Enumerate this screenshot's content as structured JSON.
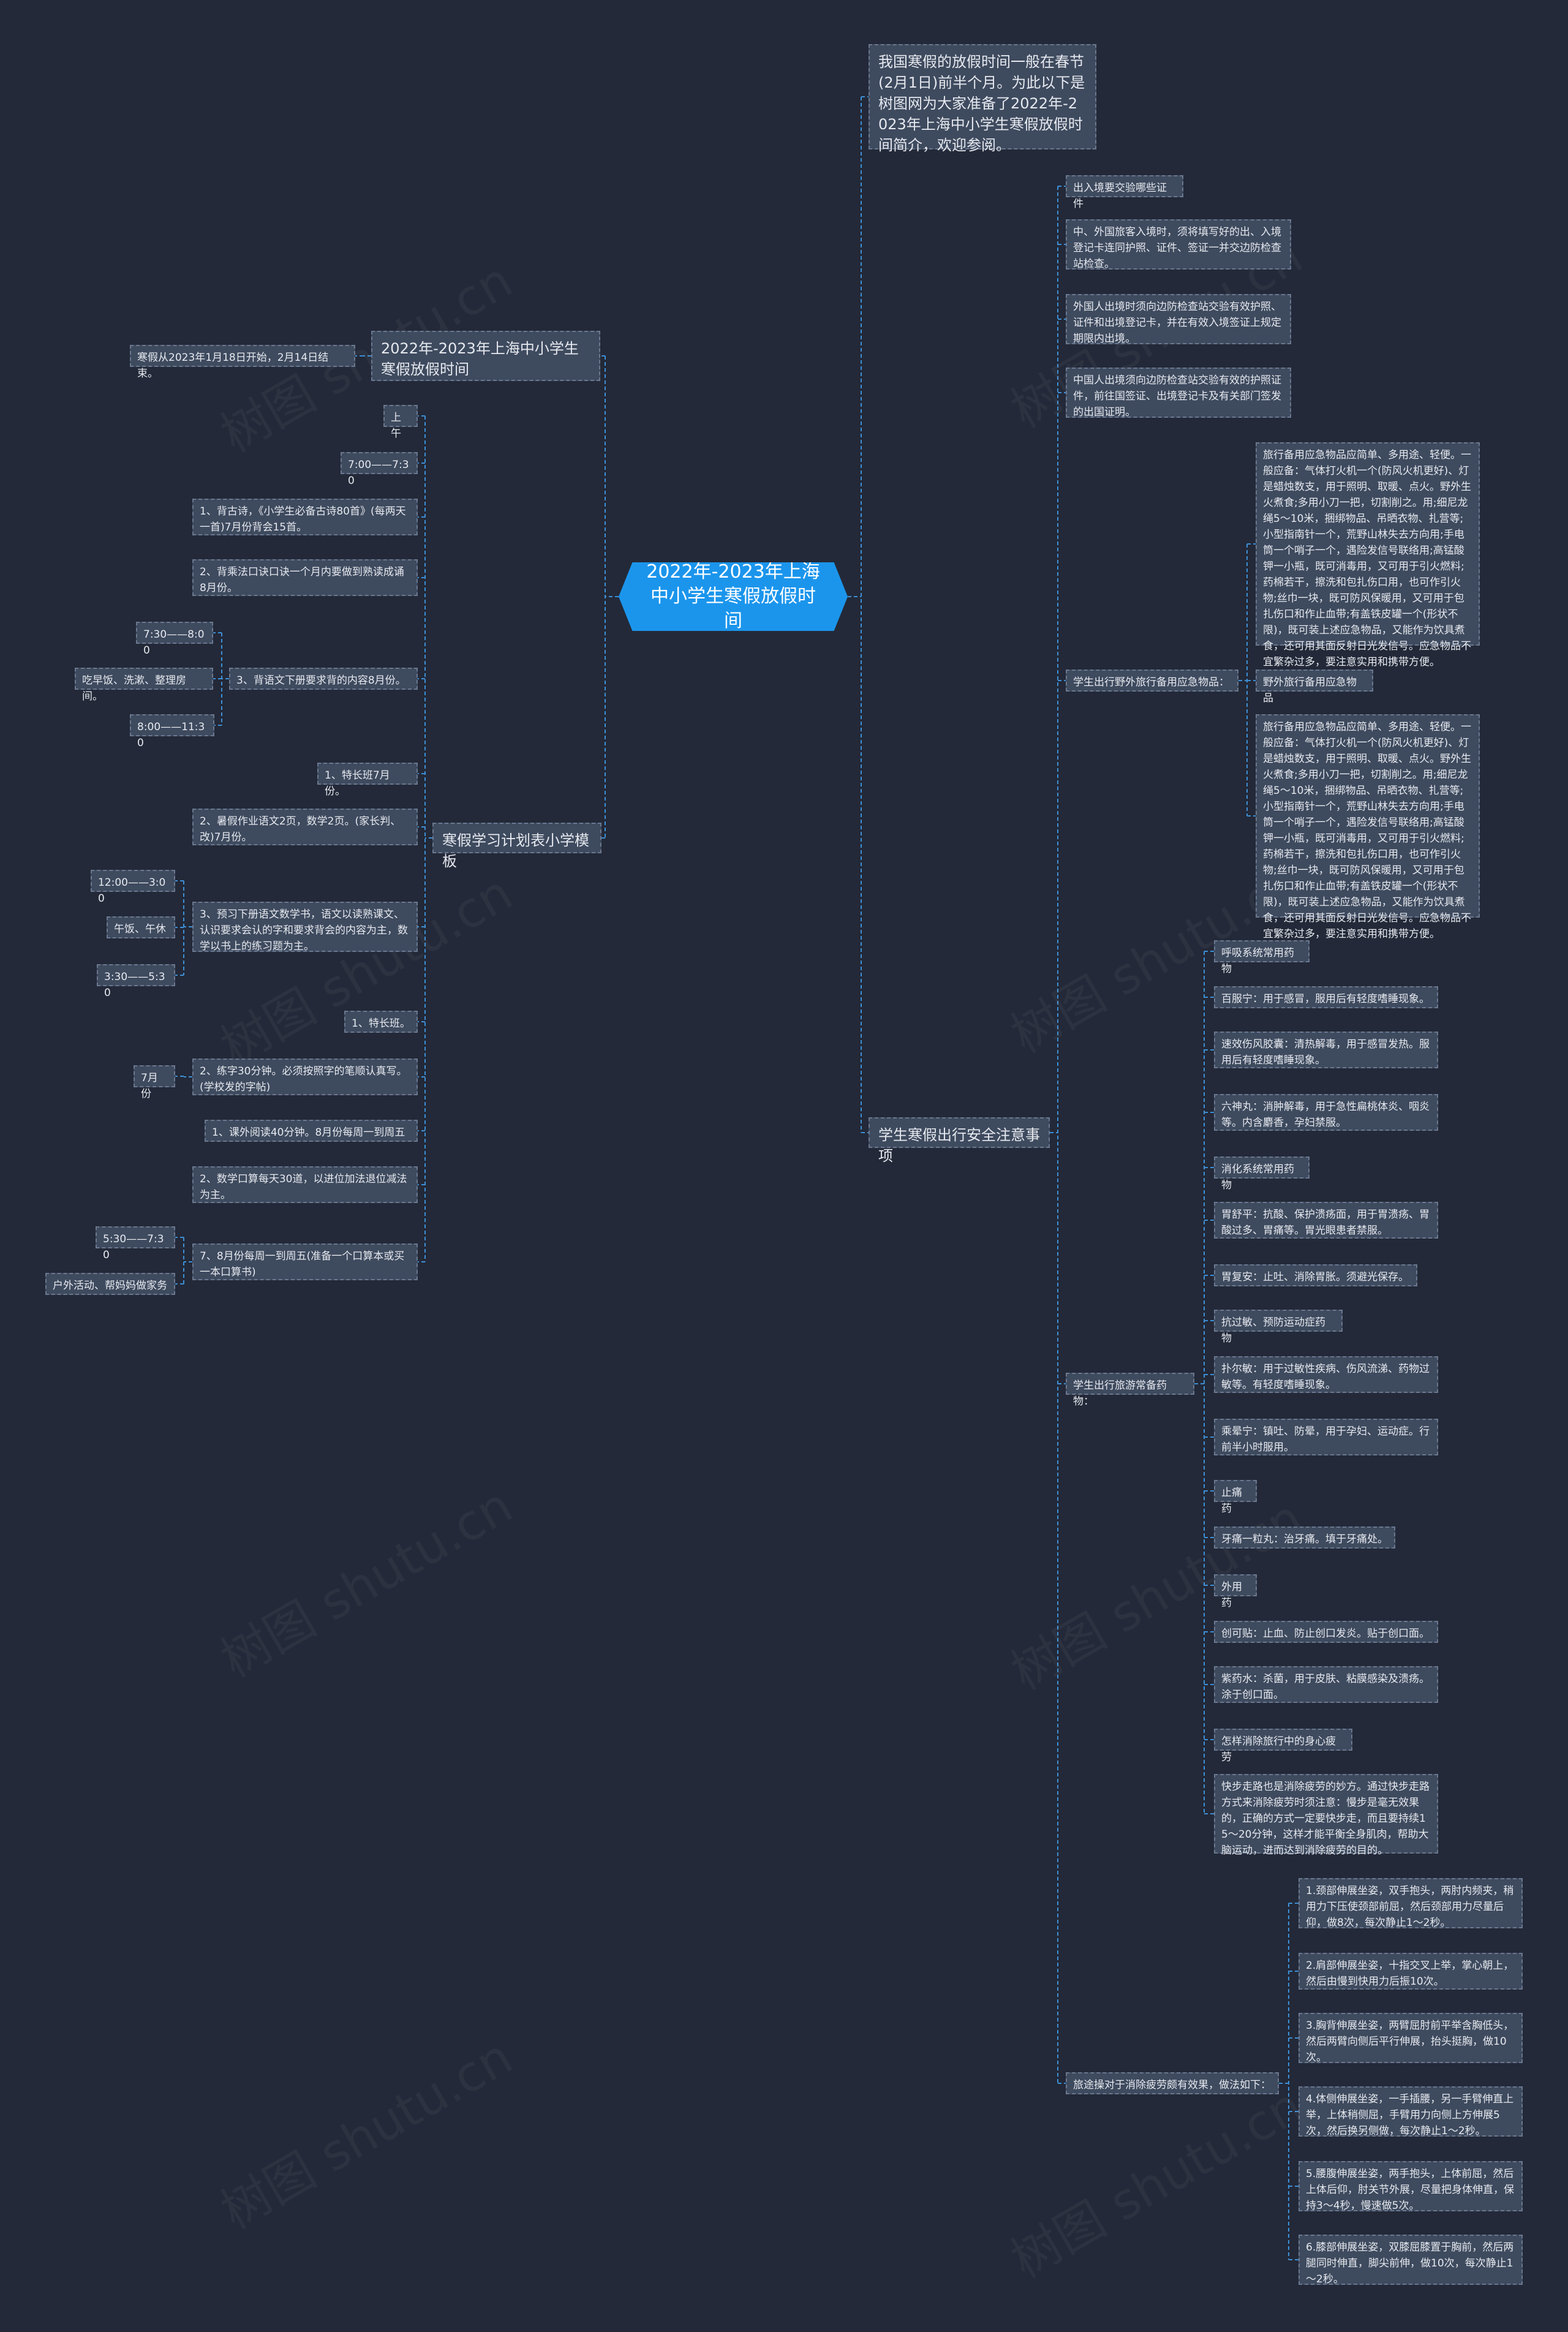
{
  "mindmap": {
    "center": "2022年-2023年上海中小学生寒假放假时间",
    "nodes": [
      {
        "id": "r1",
        "parent": "center",
        "text": "我国寒假的放假时间一般在春节(2月1日)前半个月。为此以下是树图网为大家准备了2022年-2023年上海中小学生寒假放假时间简介，欢迎参阅。",
        "level": 1
      },
      {
        "id": "r2",
        "parent": "center",
        "text": "学生寒假出行安全注意事项",
        "level": 1
      },
      {
        "id": "r2a",
        "parent": "r2",
        "text": "出入境要交验哪些证件"
      },
      {
        "id": "r2b",
        "parent": "r2",
        "text": "中、外国旅客入境时，须将填写好的出、入境登记卡连同护照、证件、签证一并交边防检查站检查。"
      },
      {
        "id": "r2c",
        "parent": "r2",
        "text": "外国人出境时须向边防检查站交验有效护照、证件和出境登记卡，并在有效入境签证上规定期限内出境。"
      },
      {
        "id": "r2d",
        "parent": "r2",
        "text": "中国人出境须向边防检查站交验有效的护照证件，前往国签证、出境登记卡及有关部门签发的出国证明。"
      },
      {
        "id": "r2e",
        "parent": "r2",
        "text": "学生出行野外旅行备用应急物品："
      },
      {
        "id": "r2e1",
        "parent": "r2e",
        "text": "旅行备用应急物品应简单、多用途、轻便。一般应备：气体打火机一个(防风火机更好)、灯是蜡烛数支，用于照明、取暖、点火。野外生火煮食;多用小刀一把，切割削之。用;细尼龙绳5～10米，捆绑物品、吊晒衣物、扎营等;小型指南针一个，荒野山林失去方向用;手电筒一个哨子一个，遇险发信号联络用;高锰酸钾一小瓶，既可消毒用，又可用于引火燃料;药棉若干，擦洗和包扎伤口用，也可作引火物;丝巾一块，既可防风保暖用，又可用于包扎伤口和作止血带;有盖铁皮罐一个(形状不限)，既可装上述应急物品，又能作为饮具煮食，还可用其面反射日光发信号。应急物品不宜繁杂过多，要注意实用和携带方便。"
      },
      {
        "id": "r2e2",
        "parent": "r2e",
        "text": "野外旅行备用应急物品"
      },
      {
        "id": "r2e3",
        "parent": "r2e",
        "text": "旅行备用应急物品应简单、多用途、轻便。一般应备：气体打火机一个(防风火机更好)、灯是蜡烛数支，用于照明、取暖、点火。野外生火煮食;多用小刀一把，切割削之。用;细尼龙绳5～10米，捆绑物品、吊晒衣物、扎营等;小型指南针一个，荒野山林失去方向用;手电筒一个哨子一个，遇险发信号联络用;高锰酸钾一小瓶，既可消毒用，又可用于引火燃料;药棉若干，擦洗和包扎伤口用，也可作引火物;丝巾一块，既可防风保暖用，又可用于包扎伤口和作止血带;有盖铁皮罐一个(形状不限)，既可装上述应急物品，又能作为饮具煮食，还可用其面反射日光发信号。应急物品不宜繁杂过多，要注意实用和携带方便。"
      },
      {
        "id": "r2f",
        "parent": "r2",
        "text": "学生出行旅游常备药物："
      },
      {
        "id": "r2f1",
        "parent": "r2f",
        "text": "呼吸系统常用药物"
      },
      {
        "id": "r2f2",
        "parent": "r2f",
        "text": "百服宁：用于感冒，服用后有轻度嗜睡现象。"
      },
      {
        "id": "r2f3",
        "parent": "r2f",
        "text": "速效伤风胶囊：清热解毒，用于感冒发热。服用后有轻度嗜睡现象。"
      },
      {
        "id": "r2f4",
        "parent": "r2f",
        "text": "六神丸：消肿解毒，用于急性扁桃体炎、咽炎等。内含麝香，孕妇禁服。"
      },
      {
        "id": "r2f5",
        "parent": "r2f",
        "text": "消化系统常用药物"
      },
      {
        "id": "r2f6",
        "parent": "r2f",
        "text": "胃舒平：抗酸、保护溃疡面，用于胃溃疡、胃酸过多、胃痛等。胃光眼患者禁服。"
      },
      {
        "id": "r2f7",
        "parent": "r2f",
        "text": "胃复安：止吐、消除胃胀。须避光保存。"
      },
      {
        "id": "r2f8",
        "parent": "r2f",
        "text": "抗过敏、预防运动症药物"
      },
      {
        "id": "r2f9",
        "parent": "r2f",
        "text": "扑尔敏：用于过敏性疾病、伤风流涕、药物过敏等。有轻度嗜睡现象。"
      },
      {
        "id": "r2f10",
        "parent": "r2f",
        "text": "乘晕宁：镇吐、防晕，用于孕妇、运动症。行前半小时服用。"
      },
      {
        "id": "r2f11",
        "parent": "r2f",
        "text": "止痛药"
      },
      {
        "id": "r2f12",
        "parent": "r2f",
        "text": "牙痛一粒丸：治牙痛。填于牙痛处。"
      },
      {
        "id": "r2f13",
        "parent": "r2f",
        "text": "外用药"
      },
      {
        "id": "r2f14",
        "parent": "r2f",
        "text": "创可贴：止血、防止创口发炎。贴于创口面。"
      },
      {
        "id": "r2f15",
        "parent": "r2f",
        "text": "紫药水：杀菌，用于皮肤、粘膜感染及溃疡。涂于创口面。"
      },
      {
        "id": "r2f16",
        "parent": "r2f",
        "text": "怎样消除旅行中的身心疲劳"
      },
      {
        "id": "r2f17",
        "parent": "r2f",
        "text": "快步走路也是消除疲劳的妙方。通过快步走路方式来消除疲劳时须注意：慢步是毫无效果的，正确的方式一定要快步走，而且要持续15～20分钟，这样才能平衡全身肌肉，帮助大脑运动，进而达到消除疲劳的目的。"
      },
      {
        "id": "r2g",
        "parent": "r2",
        "text": "旅途操对于消除疲劳颇有效果，做法如下："
      },
      {
        "id": "r2g1",
        "parent": "r2g",
        "text": "1.颈部伸展坐姿，双手抱头，两肘内频夹，稍用力下压使颈部前屈，然后颈部用力尽量后仰，做8次，每次静止1～2秒。"
      },
      {
        "id": "r2g2",
        "parent": "r2g",
        "text": "2.肩部伸展坐姿，十指交叉上举，掌心朝上，然后由慢到快用力后振10次。"
      },
      {
        "id": "r2g3",
        "parent": "r2g",
        "text": "3.胸背伸展坐姿，两臂屈肘前平举含胸低头，然后两臂向侧后平行伸展，抬头挺胸，做10次。"
      },
      {
        "id": "r2g4",
        "parent": "r2g",
        "text": "4.体侧伸展坐姿，一手插腰，另一手臂伸直上举，上体稍侧屈，手臂用力向侧上方伸展5次，然后换另侧做，每次静止1～2秒。"
      },
      {
        "id": "r2g5",
        "parent": "r2g",
        "text": "5.腰腹伸展坐姿，两手抱头，上体前屈，然后上体后仰，肘关节外展，尽量把身体伸直，保持3～4秒，慢速做5次。"
      },
      {
        "id": "r2g6",
        "parent": "r2g",
        "text": "6.膝部伸展坐姿，双膝屈膝置于胸前，然后两腿同时伸直，脚尖前伸，做10次，每次静止1～2秒。"
      },
      {
        "id": "l1",
        "parent": "center",
        "text": "2022年-2023年上海中小学生寒假放假时间",
        "level": 1
      },
      {
        "id": "l1a",
        "parent": "l1",
        "text": "寒假从2023年1月18日开始，2月14日结束。"
      },
      {
        "id": "l2",
        "parent": "center",
        "text": "寒假学习计划表小学模板",
        "level": 1
      },
      {
        "id": "l2a",
        "parent": "l2",
        "text": "上午"
      },
      {
        "id": "l2b",
        "parent": "l2",
        "text": "7:00——7:30"
      },
      {
        "id": "l2c",
        "parent": "l2",
        "text": "1、背古诗，《小学生必备古诗80首》(每两天一首)7月份背会15首。"
      },
      {
        "id": "l2d",
        "parent": "l2",
        "text": "2、背乘法口诀口诀一个月内要做到熟读成诵8月份。"
      },
      {
        "id": "l2e",
        "parent": "l2",
        "text": "3、背语文下册要求背的内容8月份。"
      },
      {
        "id": "l2e1",
        "parent": "l2e",
        "text": "7:30——8:00"
      },
      {
        "id": "l2e2",
        "parent": "l2e",
        "text": "吃早饭、洗漱、整理房间。"
      },
      {
        "id": "l2e3",
        "parent": "l2e",
        "text": "8:00——11:30"
      },
      {
        "id": "l2f",
        "parent": "l2",
        "text": "1、特长班7月份。"
      },
      {
        "id": "l2g",
        "parent": "l2",
        "text": "2、暑假作业语文2页，数学2页。(家长判、改)7月份。"
      },
      {
        "id": "l2h",
        "parent": "l2",
        "text": "3、预习下册语文数学书，语文以读熟课文、认识要求会认的字和要求背会的内容为主，数学以书上的练习题为主。"
      },
      {
        "id": "l2h1",
        "parent": "l2h",
        "text": "12:00——3:00"
      },
      {
        "id": "l2h2",
        "parent": "l2h",
        "text": "午饭、午休"
      },
      {
        "id": "l2h3",
        "parent": "l2h",
        "text": "3:30——5:30"
      },
      {
        "id": "l2i",
        "parent": "l2",
        "text": "1、特长班。"
      },
      {
        "id": "l2j",
        "parent": "l2",
        "text": "2、练字30分钟。必须按照字的笔顺认真写。(学校发的字帖)"
      },
      {
        "id": "l2j1",
        "parent": "l2j",
        "text": "7月份"
      },
      {
        "id": "l2k",
        "parent": "l2",
        "text": "1、课外阅读40分钟。8月份每周一到周五"
      },
      {
        "id": "l2l",
        "parent": "l2",
        "text": "2、数学口算每天30道，以进位加法退位减法为主。"
      },
      {
        "id": "l2m",
        "parent": "l2",
        "text": "7、8月份每周一到周五(准备一个口算本或买一本口算书)"
      },
      {
        "id": "l2m1",
        "parent": "l2m",
        "text": "5:30——7:30"
      },
      {
        "id": "l2m2",
        "parent": "l2m",
        "text": "户外活动、帮妈妈做家务"
      }
    ],
    "watermark": "树图 shutu.cn",
    "colors": {
      "background": "#232938",
      "node": "#3e4a5e",
      "center": "#1b95ec",
      "line": "#3d8fd6"
    }
  }
}
